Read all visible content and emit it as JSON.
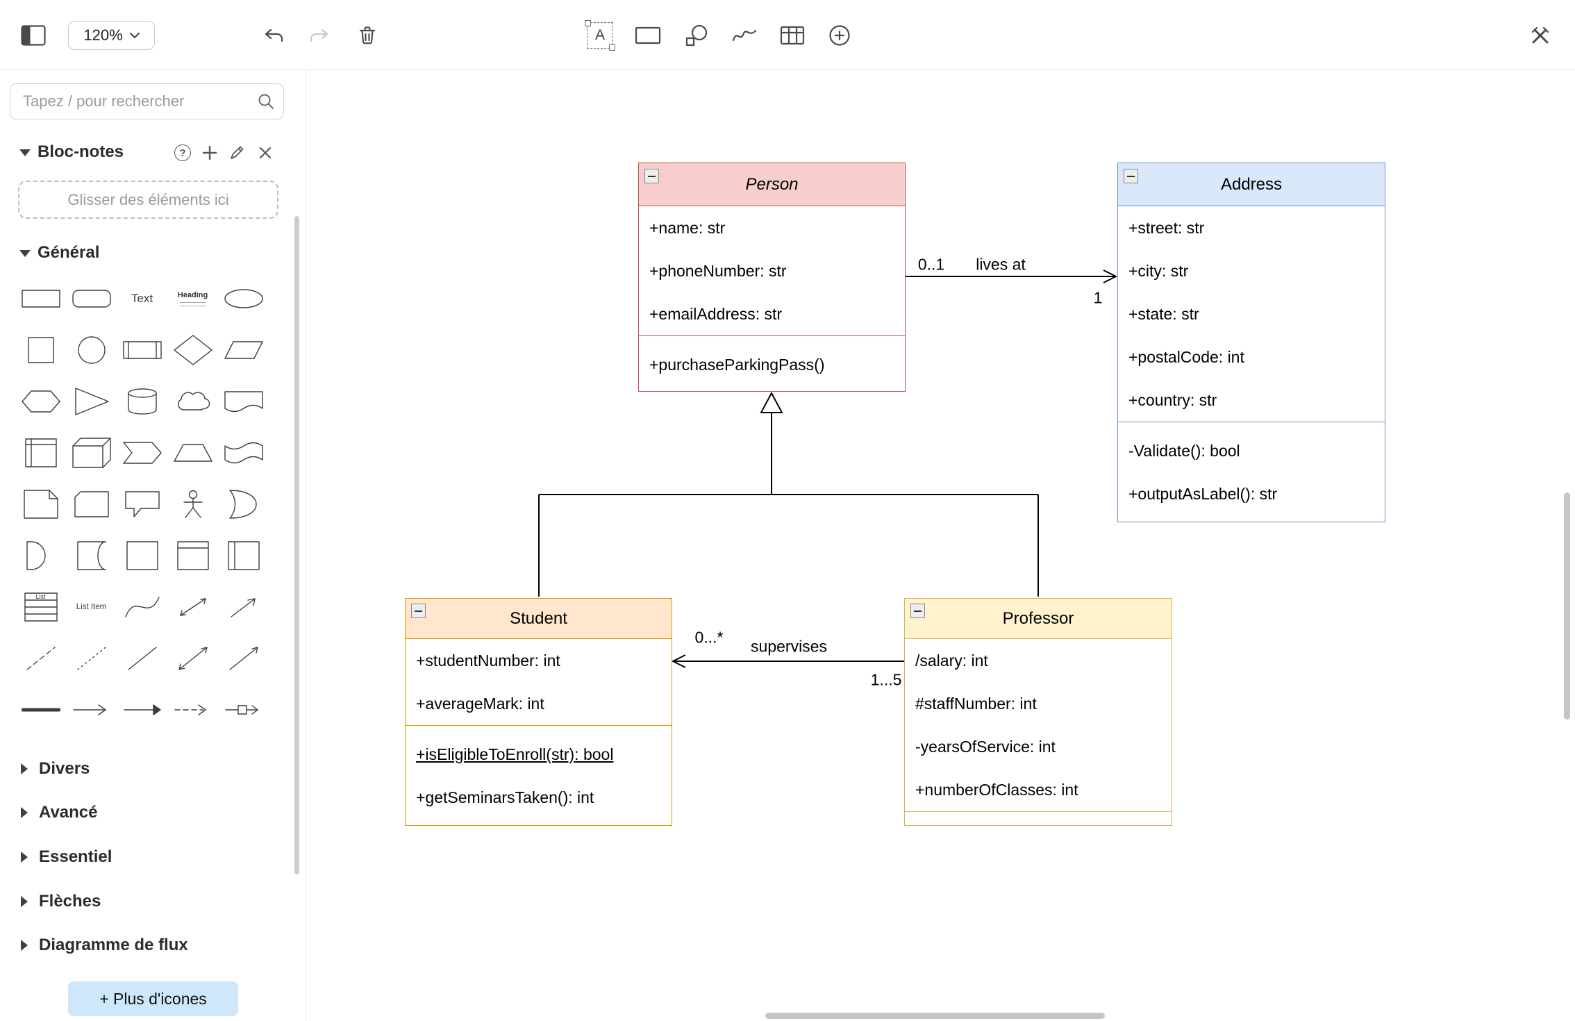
{
  "toolbar": {
    "zoom": "120%",
    "text_tool_glyph": "A"
  },
  "sidebar": {
    "search_placeholder": "Tapez / pour rechercher",
    "notepad": {
      "title": "Bloc-notes",
      "help_glyph": "?",
      "hint": "Glisser des éléments ici"
    },
    "sections": {
      "general": "Général",
      "divers": "Divers",
      "avance": "Avancé",
      "essentiel": "Essentiel",
      "fleches": "Flèches",
      "flux": "Diagramme de flux"
    },
    "shape_labels": {
      "text": "Text",
      "heading": "Heading",
      "list": "List",
      "list_item": "List Item"
    },
    "more_icons_label": "+ Plus d'icones"
  },
  "colors": {
    "person_header": "#f8cecc",
    "person_border": "#b85450",
    "address_header": "#dae8fc",
    "address_border": "#6c8ebf",
    "student_header": "#ffe6cc",
    "student_border": "#d79b00",
    "professor_header": "#fff2cc",
    "professor_border": "#d6b656",
    "more_icons_bg": "#cfe7fb"
  },
  "diagram": {
    "classes": {
      "person": {
        "title": "Person",
        "attrs": [
          "+name: str",
          "+phoneNumber: str",
          "+emailAddress: str"
        ],
        "methods": [
          "+purchaseParkingPass()"
        ]
      },
      "address": {
        "title": "Address",
        "attrs": [
          "+street: str",
          "+city: str",
          "+state: str",
          "+postalCode: int",
          "+country: str"
        ],
        "methods": [
          "-Validate(): bool",
          "+outputAsLabel(): str"
        ]
      },
      "student": {
        "title": "Student",
        "attrs": [
          "+studentNumber: int",
          "+averageMark: int"
        ],
        "methods": [
          "+isEligibleToEnroll(str): bool",
          "+getSeminarsTaken(): int"
        ]
      },
      "professor": {
        "title": "Professor",
        "attrs": [
          "/salary: int",
          "#staffNumber: int",
          "-yearsOfService: int",
          "+numberOfClasses: int"
        ],
        "methods": []
      }
    },
    "edges": {
      "lives_at": {
        "label": "lives at",
        "person_card": "0..1",
        "address_card": "1"
      },
      "supervises": {
        "label": "supervises",
        "student_card": "0...*",
        "professor_card": "1...5"
      }
    }
  }
}
